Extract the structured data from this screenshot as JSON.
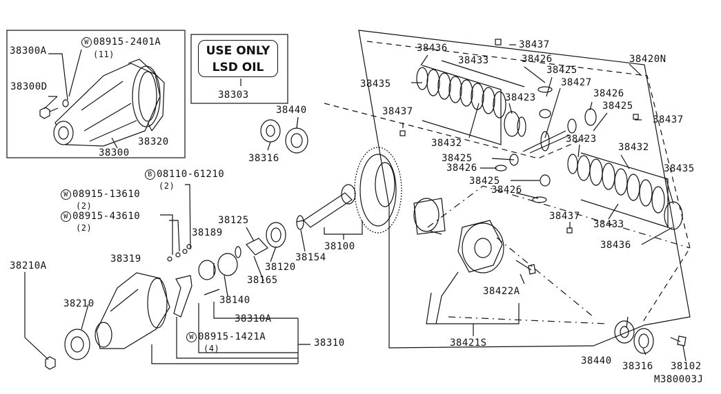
{
  "diagram_id": "M380003J",
  "note": {
    "line1": "USE ONLY",
    "line2": "LSD OIL"
  },
  "labels": {
    "p38300A": "38300A",
    "w08915_2401A": "08915-2401A",
    "q11": "(11)",
    "p38300D": "38300D",
    "p38300": "38300",
    "p38320": "38320",
    "p38303": "38303",
    "p38440_a": "38440",
    "p38316_a": "38316",
    "b08110_61210": "08110-61210",
    "q2a": "(2)",
    "w08915_13610": "08915-13610",
    "q2b": "(2)",
    "w08915_43610": "08915-43610",
    "q2c": "(2)",
    "p38125": "38125",
    "p38189": "38189",
    "p38319": "38319",
    "p38120": "38120",
    "p38154": "38154",
    "p38100": "38100",
    "p38165": "38165",
    "p38140": "38140",
    "p38210A": "38210A",
    "p38210": "38210",
    "p38310A": "38310A",
    "w08915_1421A": "08915-1421A",
    "q4": "(4)",
    "p38310": "38310",
    "p38436_a": "38436",
    "p38437_a": "38437",
    "p38433_a": "38433",
    "p38426_a": "38426",
    "p38420N": "38420N",
    "p38435_a": "38435",
    "p38425_a": "38425",
    "p38427": "38427",
    "p38423_a": "38423",
    "p38426_b": "38426",
    "p38437_b": "38437",
    "p38425_b": "38425",
    "p38437_c": "38437",
    "p38432_a": "38432",
    "p38425_c": "38425",
    "p38423_b": "38423",
    "p38432_b": "38432",
    "p38426_c": "38426",
    "p38425_d": "38425",
    "p38435_b": "38435",
    "p38426_d": "38426",
    "p38437_d": "38437",
    "p38433_b": "38433",
    "p38436_b": "38436",
    "p38422A": "38422A",
    "p38421S": "38421S",
    "p38440_b": "38440",
    "p38316_b": "38316",
    "p38102": "38102"
  },
  "prefix": {
    "W": "W",
    "B": "B"
  }
}
